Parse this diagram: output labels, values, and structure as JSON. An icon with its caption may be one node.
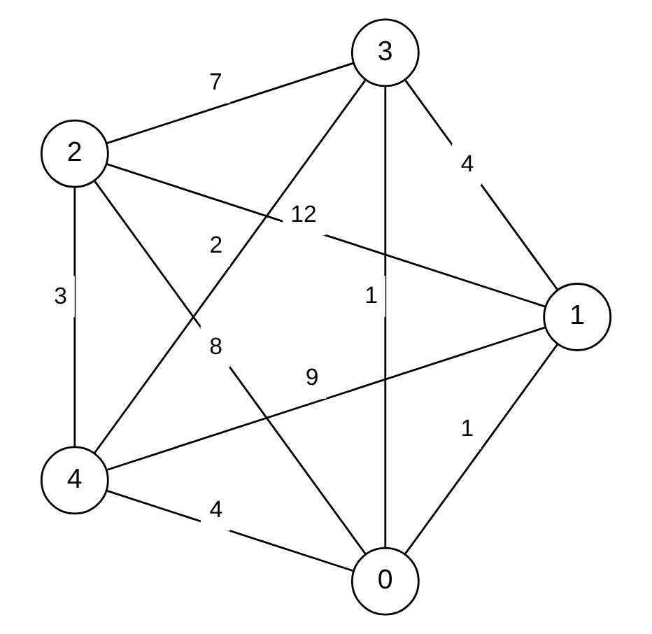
{
  "diagram": {
    "nodes": [
      {
        "text": [
          "0"
        ]
      },
      {
        "text": [
          "1"
        ]
      },
      {
        "text": [
          "2"
        ]
      },
      {
        "text": [
          "3"
        ]
      },
      {
        "text": [
          "4"
        ]
      }
    ],
    "edges": [
      {
        "from": 0,
        "to": 4,
        "arrow": "none",
        "label": "4"
      },
      {
        "from": 0,
        "to": 1,
        "arrow": "none",
        "label": "1"
      },
      {
        "from": 0,
        "to": 2,
        "arrow": "none",
        "label": "8"
      },
      {
        "from": 0,
        "to": 3,
        "arrow": "none",
        "label": "1"
      },
      {
        "from": 4,
        "to": 1,
        "arrow": "none",
        "label": "9"
      },
      {
        "from": 4,
        "to": 2,
        "arrow": "none",
        "label": "3"
      },
      {
        "from": 4,
        "to": 3,
        "arrow": "none",
        "label": "2"
      },
      {
        "from": 1,
        "to": 3,
        "arrow": "none",
        "label": "4"
      },
      {
        "from": 1,
        "to": 2,
        "arrow": "none",
        "label": "12"
      },
      {
        "from": 2,
        "to": 3,
        "arrow": "none",
        "label": "7"
      }
    ]
  }
}
